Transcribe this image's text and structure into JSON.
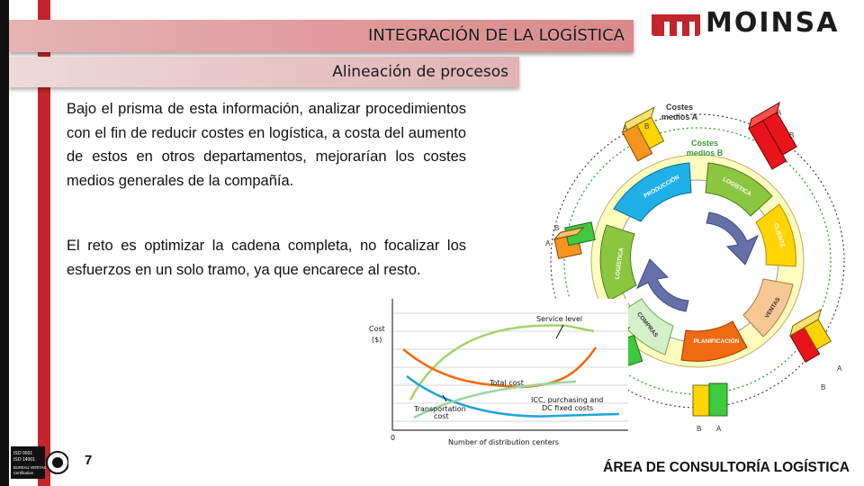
{
  "header": {
    "title": "INTEGRACIÓN DE LA LOGÍSTICA",
    "subtitle": "Alineación de procesos",
    "logo_text": "MOINSA",
    "brand_color": "#c0262c"
  },
  "content": {
    "paragraph_1": "Bajo el prisma de esta información, analizar procedimientos con el fin de reducir costes en logística, a costa del aumento de estos en otros departamentos, mejorarían los costes medios generales de la compañía.",
    "paragraph_2": "El reto es optimizar la cadena completa, no focalizar los esfuerzos en un solo tramo, ya que encarece al resto."
  },
  "ring_diagram": {
    "outer_label_line1": "Costes",
    "outer_label_line2": "medios A",
    "inner_label_line1": "Costes",
    "inner_label_line2": "medios B",
    "segments": [
      "LOGÍSTICA",
      "CLIENTE",
      "VENTAS",
      "PLANIFICACIÓN",
      "COMPRAS",
      "LOGÍSTICA",
      "PRODUCCIÓN"
    ],
    "box_label_a": "A",
    "box_label_b": "B"
  },
  "cost_chart": {
    "ylabel_line1": "Cost",
    "ylabel_line2": "($)",
    "xlabel": "Number of distribution centers",
    "origin": "0",
    "label_service": "Service level",
    "label_total": "Total cost",
    "label_icc_line1": "ICC, purchasing and",
    "label_icc_line2": "DC fixed costs",
    "label_transport_line1": "Transportation",
    "label_transport_line2": "cost"
  },
  "footer": {
    "page_number": "7",
    "department": "ÁREA DE CONSULTORÍA LOGÍSTICA",
    "cert_line1": "ISO 9001",
    "cert_line2": "ISO 14001",
    "cert_line3": "BUREAU VERITAS",
    "cert_line4": "Certification"
  }
}
